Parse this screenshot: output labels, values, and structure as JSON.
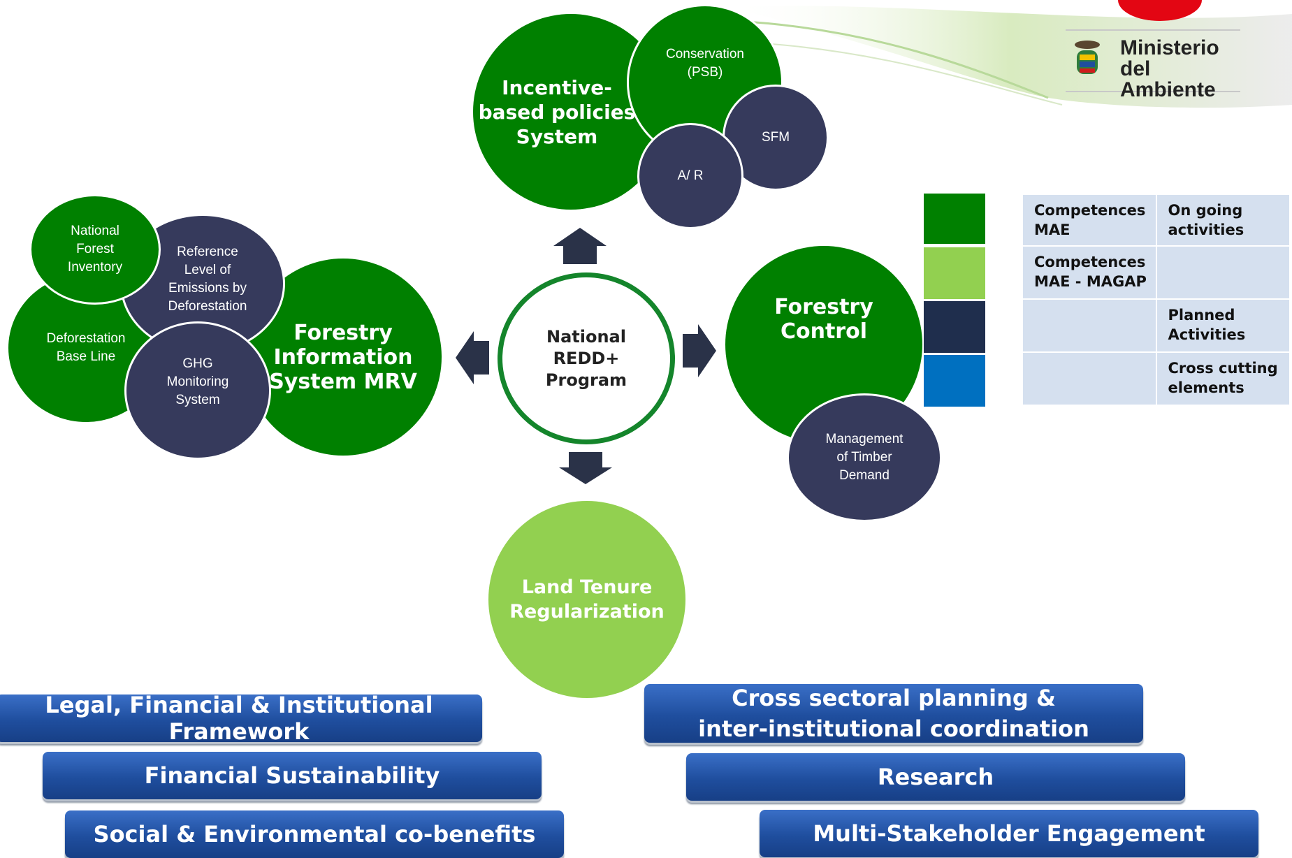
{
  "logo": {
    "ministry_line1": "Ministerio",
    "ministry_line2": "del Ambiente"
  },
  "center": {
    "label": "National\nREDD+\nProgram"
  },
  "incentive": {
    "title": "Incentive-\nbased  policies\nSystem",
    "conservation": "Conservation\n(PSB)",
    "sfm": "SFM",
    "ar": "A/ R"
  },
  "mrv": {
    "title": "Forestry\nInformation\nSystem MRV",
    "national_forest_inventory": "National\nForest\nInventory",
    "reference_level": "Reference\nLevel of\nEmissions by\nDeforestation",
    "deforestation_baseline": "Deforestation\nBase Line",
    "ghg_monitoring": "GHG\nMonitoring\nSystem"
  },
  "control": {
    "title": "Forestry\nControl",
    "timber": "Management\nof Timber\nDemand"
  },
  "tenure": {
    "title": "Land Tenure\nRegularization"
  },
  "legend": {
    "swatch_colors": [
      "#008000",
      "#92d050",
      "#1f2e4d",
      "#0070c0"
    ],
    "rows": [
      [
        "Competences\nMAE",
        "On going\nactivities"
      ],
      [
        "Competences\nMAE - MAGAP",
        ""
      ],
      [
        "",
        "Planned\nActivities"
      ],
      [
        "",
        "Cross cutting\nelements"
      ]
    ]
  },
  "banners": {
    "legal": "Legal, Financial & Institutional Framework",
    "financial": "Financial Sustainability",
    "social": "Social & Environmental co-benefits",
    "cross_sectoral": "Cross sectoral planning &\ninter-institutional coordination",
    "research": "Research",
    "multi_stakeholder": "Multi-Stakeholder Engagement"
  },
  "colors": {
    "dark_green": "#008000",
    "light_green": "#92d050",
    "navy": "#363a5c",
    "banner_blue": "#1f4e9e",
    "legend_cell": "#d5e0ef"
  }
}
